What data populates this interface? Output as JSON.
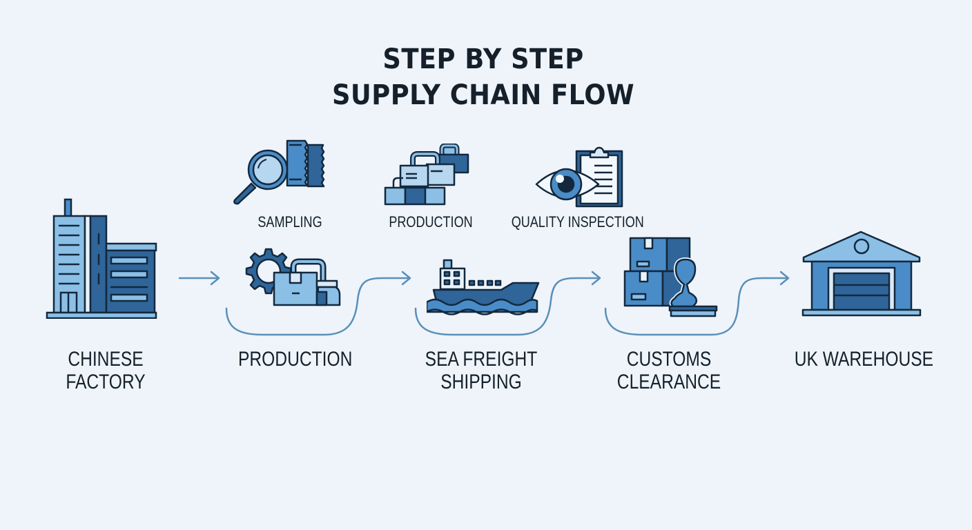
{
  "title": {
    "line1": "STEP BY STEP",
    "line2": "SUPPLY CHAIN FLOW"
  },
  "colors": {
    "background": "#eef4fa",
    "text": "#15202b",
    "light_blue": "#8bbfe6",
    "mid_blue": "#4a8cc7",
    "dark_blue": "#2f6599",
    "outline": "#13283d",
    "connector": "#5a8fb8"
  },
  "sub_steps": [
    {
      "label": "SAMPLING",
      "icon": "magnifier-fabric-samples-icon"
    },
    {
      "label": "PRODUCTION",
      "icon": "briefcases-packages-icon"
    },
    {
      "label": "QUALITY INSPECTION",
      "icon": "eye-clipboard-icon"
    }
  ],
  "steps": [
    {
      "label_lines": [
        "CHINESE",
        "FACTORY"
      ],
      "icon": "factory-building-icon"
    },
    {
      "label_lines": [
        "PRODUCTION"
      ],
      "icon": "gear-package-icon"
    },
    {
      "label_lines": [
        "SEA FREIGHT",
        "SHIPPING"
      ],
      "icon": "cargo-ship-icon"
    },
    {
      "label_lines": [
        "CUSTOMS",
        "CLEARANCE"
      ],
      "icon": "boxes-stamp-icon"
    },
    {
      "label_lines": [
        "UK WAREHOUSE"
      ],
      "icon": "warehouse-icon"
    }
  ]
}
